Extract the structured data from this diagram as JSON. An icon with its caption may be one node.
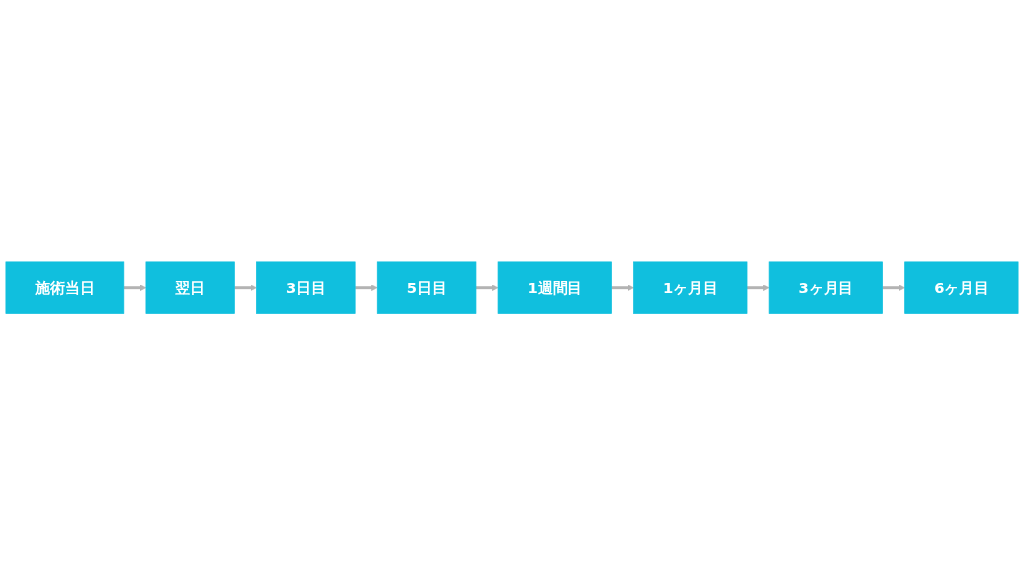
{
  "diagram": {
    "nodes": [
      {
        "text": [
          "施術当日"
        ]
      },
      {
        "text": [
          "翌日"
        ]
      },
      {
        "text": [
          "3日目"
        ]
      },
      {
        "text": [
          "5日目"
        ]
      },
      {
        "text": [
          "1週間目"
        ]
      },
      {
        "text": [
          "1ヶ月目"
        ]
      },
      {
        "text": [
          "3ヶ月目"
        ]
      },
      {
        "text": [
          "6ヶ月目"
        ]
      }
    ],
    "edges": [
      {
        "from": 0,
        "to": 1,
        "arrow": "to"
      },
      {
        "from": 1,
        "to": 2,
        "arrow": "to"
      },
      {
        "from": 2,
        "to": 3,
        "arrow": "to"
      },
      {
        "from": 3,
        "to": 4,
        "arrow": "to"
      },
      {
        "from": 4,
        "to": 5,
        "arrow": "to"
      },
      {
        "from": 5,
        "to": 6,
        "arrow": "to"
      },
      {
        "from": 6,
        "to": 7,
        "arrow": "to"
      }
    ]
  }
}
